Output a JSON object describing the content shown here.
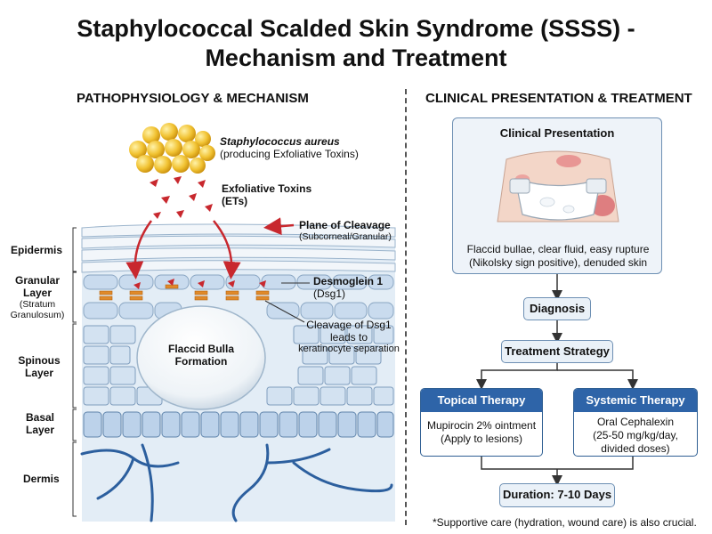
{
  "title": {
    "line1": "Staphylococcal Scalded Skin Syndrome (SSSS) -",
    "line2": "Mechanism and Treatment"
  },
  "left": {
    "heading": "PATHOPHYSIOLOGY & MECHANISM",
    "bacteria_name": "Staphylococcus aureus",
    "bacteria_note": "(producing Exfoliative Toxins)",
    "toxins_line1": "Exfoliative Toxins",
    "toxins_line2": "(ETs)",
    "cleavage_title": "Plane of Cleavage",
    "cleavage_note": "(Subcorneal/Granular)",
    "dsg_title": "Desmoglein 1",
    "dsg_note": "(Dsg1)",
    "dsg_cleave_line1": "Cleavage of Dsg1",
    "dsg_cleave_line2": "leads to",
    "dsg_cleave_line3": "keratinocyte separation",
    "bulla_line1": "Flaccid Bulla",
    "bulla_line2": "Formation",
    "layers": {
      "epidermis": "Epidermis",
      "granular_1": "Granular",
      "granular_2": "Layer",
      "granular_3": "(Stratum",
      "granular_4": "Granulosum)",
      "spinous_1": "Spinous",
      "spinous_2": "Layer",
      "basal_1": "Basal",
      "basal_2": "Layer",
      "dermis": "Dermis"
    }
  },
  "right": {
    "heading": "CLINICAL PRESENTATION & TREATMENT",
    "presentation_title": "Clinical Presentation",
    "presentation_line1": "Flaccid bullae, clear fluid, easy rupture",
    "presentation_line2": "(Nikolsky sign positive), denuded skin",
    "diagnosis": "Diagnosis",
    "strategy": "Treatment Strategy",
    "topical": {
      "title": "Topical Therapy",
      "line1": "Mupirocin 2% ointment",
      "line2": "(Apply to lesions)"
    },
    "systemic": {
      "title": "Systemic Therapy",
      "line1": "Oral Cephalexin",
      "line2": "(25-50 mg/kg/day,",
      "line3": "divided doses)"
    },
    "duration": "Duration: 7-10 Days",
    "footnote": "*Supportive care (hydration, wound care) is also crucial."
  }
}
